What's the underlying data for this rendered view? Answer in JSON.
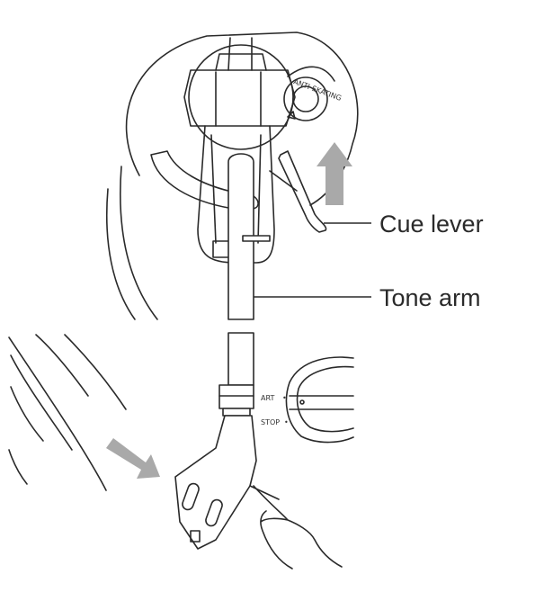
{
  "callouts": {
    "cue_lever": "Cue lever",
    "tone_arm": "Tone arm"
  },
  "panel_labels": {
    "start": "ART",
    "stop": "STOP"
  },
  "dial_label": "ANTI-SKATING",
  "colors": {
    "line": "#2a2a2a",
    "arrow": "#a9a9a9",
    "arm_fill": "#ffffff"
  },
  "icons": [
    "up-arrow",
    "diagonal-arrow",
    "hand"
  ]
}
